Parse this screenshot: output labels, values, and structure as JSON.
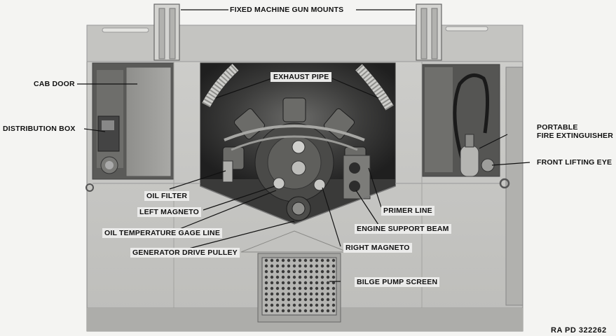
{
  "labels": {
    "fixed_machine_gun_mounts": "FIXED MACHINE GUN MOUNTS",
    "cab_door": "CAB DOOR",
    "distribution_box": "DISTRIBUTION BOX",
    "exhaust_pipe": "EXHAUST PIPE",
    "portable_fire_extinguisher_line1": "PORTABLE",
    "portable_fire_extinguisher_line2": "FIRE EXTINGUISHER",
    "front_lifting_eye": "FRONT LIFTING EYE",
    "oil_filter": "OIL FILTER",
    "left_magneto": "LEFT MAGNETO",
    "primer_line": "PRIMER LINE",
    "engine_support_beam": "ENGINE SUPPORT BEAM",
    "oil_temperature_gage_line": "OIL TEMPERATURE GAGE LINE",
    "right_magneto": "RIGHT MAGNETO",
    "generator_drive_pulley": "GENERATOR DRIVE PULLEY",
    "bilge_pump_screen": "BILGE PUMP SCREEN"
  },
  "figure_number": "RA PD 322262",
  "colors": {
    "background": "#f4f4f2",
    "hull_panel": "#c9c9c6",
    "engine_dark": "#2a2a2a",
    "metal_light": "#b8b8b4",
    "leader_line": "#111111"
  }
}
